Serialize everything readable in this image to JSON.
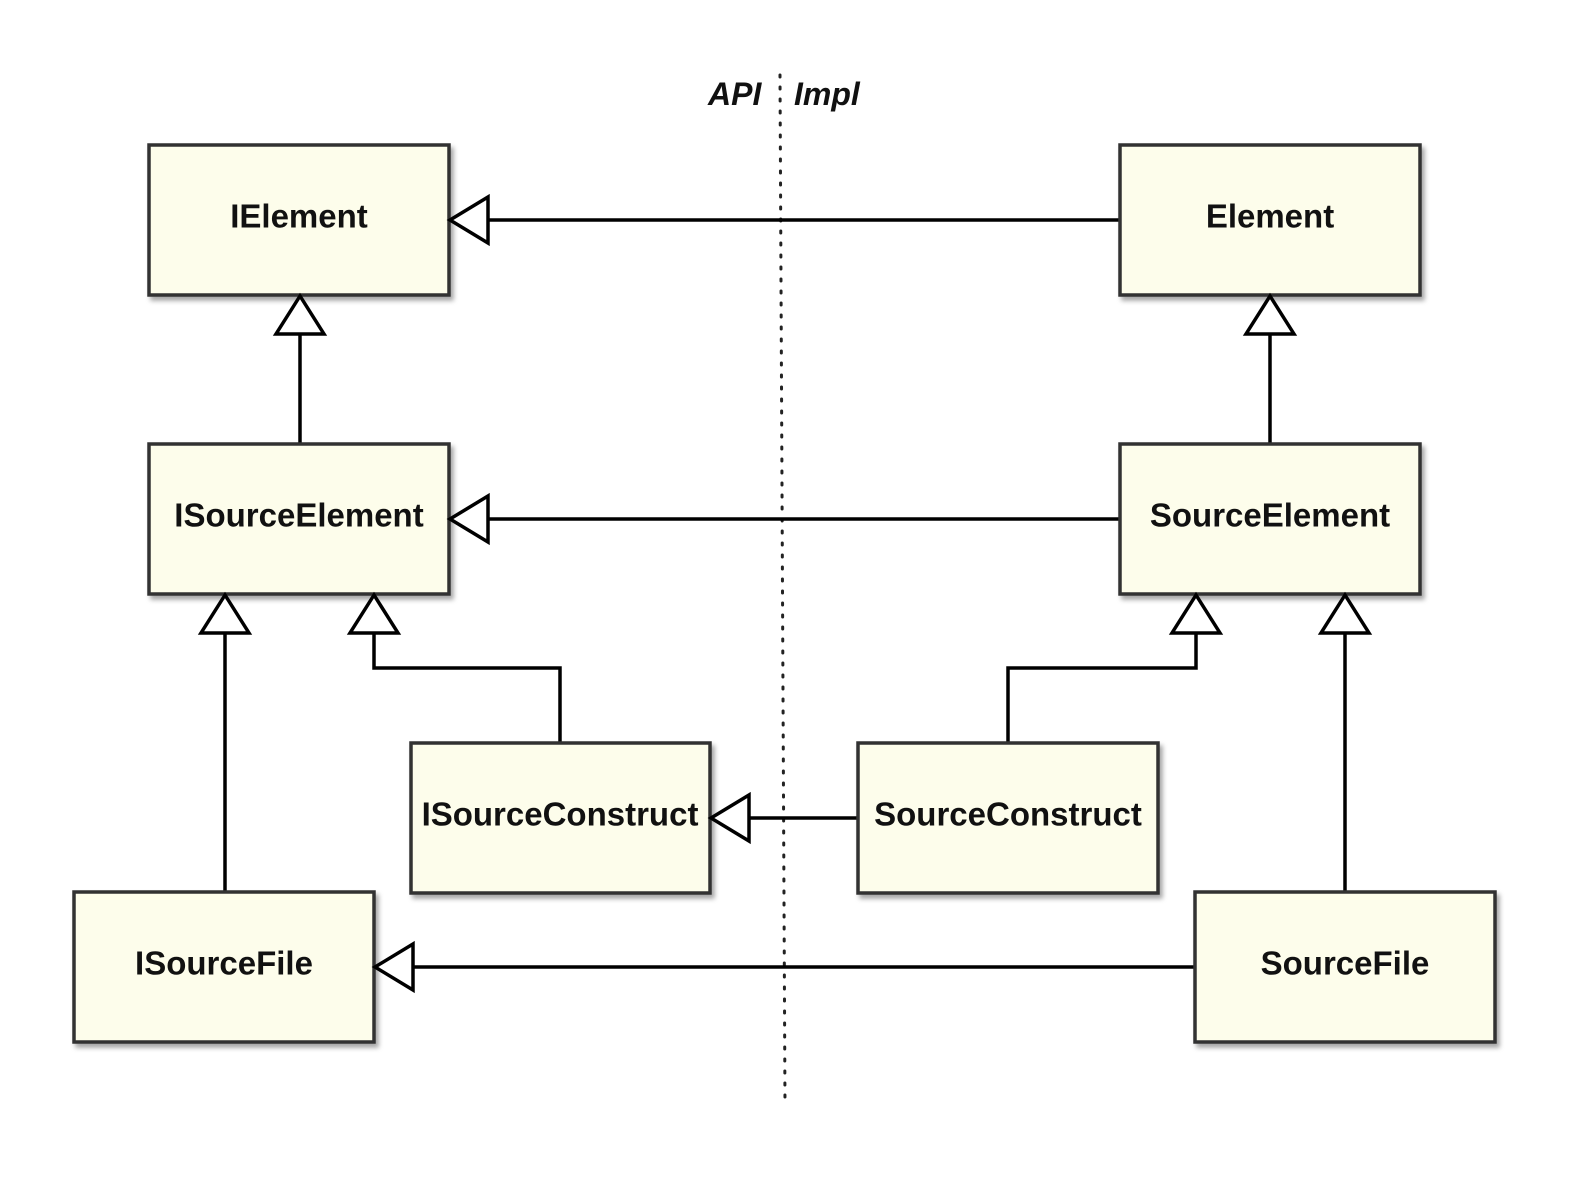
{
  "sides": {
    "api": "API",
    "impl": "Impl"
  },
  "classes": {
    "ielement": "IElement",
    "element": "Element",
    "isource_element": "ISourceElement",
    "source_element": "SourceElement",
    "isource_construct": "ISourceConstruct",
    "source_construct": "SourceConstruct",
    "isource_file": "ISourceFile",
    "source_file": "SourceFile"
  },
  "colors": {
    "box_fill": "#fdfdeb",
    "box_stroke": "#333333",
    "line": "#000000"
  }
}
